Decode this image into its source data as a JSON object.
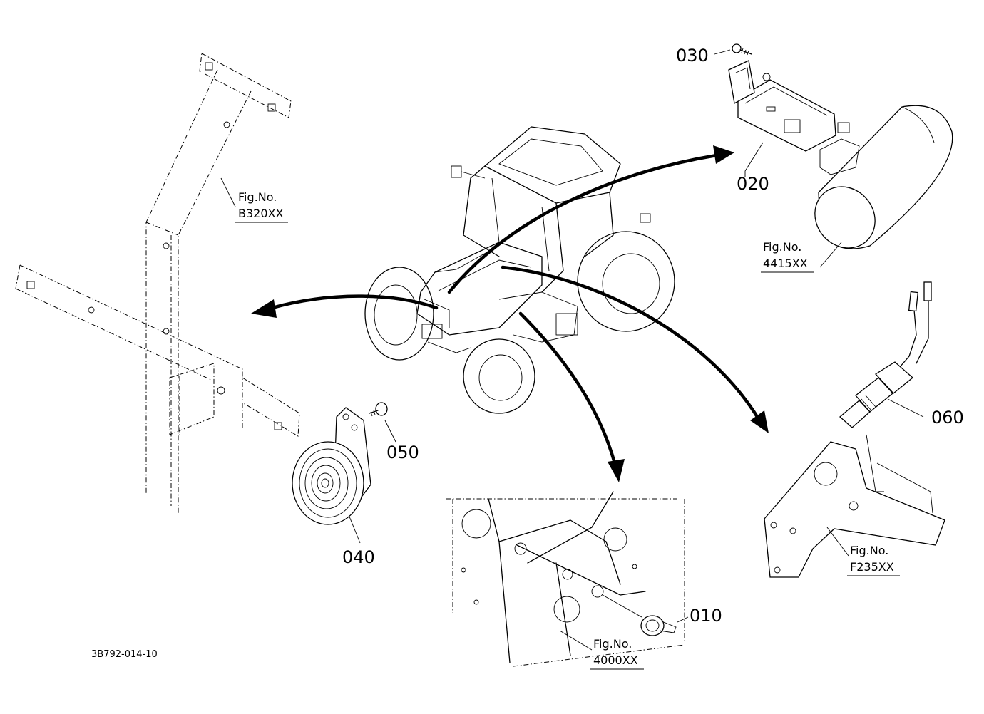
{
  "parts": [
    {
      "id": "p010",
      "number": "010"
    },
    {
      "id": "p020",
      "number": "020"
    },
    {
      "id": "p030",
      "number": "030"
    },
    {
      "id": "p040",
      "number": "040"
    },
    {
      "id": "p050",
      "number": "050"
    },
    {
      "id": "p060",
      "number": "060"
    }
  ],
  "fig_refs": {
    "b320": {
      "label": "Fig.No.",
      "code": "B320XX"
    },
    "f4415": {
      "label": "Fig.No.",
      "code": "4415XX"
    },
    "f235": {
      "label": "Fig.No.",
      "code": "F235XX"
    },
    "f4000": {
      "label": "Fig.No.",
      "code": "4000XX"
    }
  },
  "drawing_code": "3B792-014-10"
}
